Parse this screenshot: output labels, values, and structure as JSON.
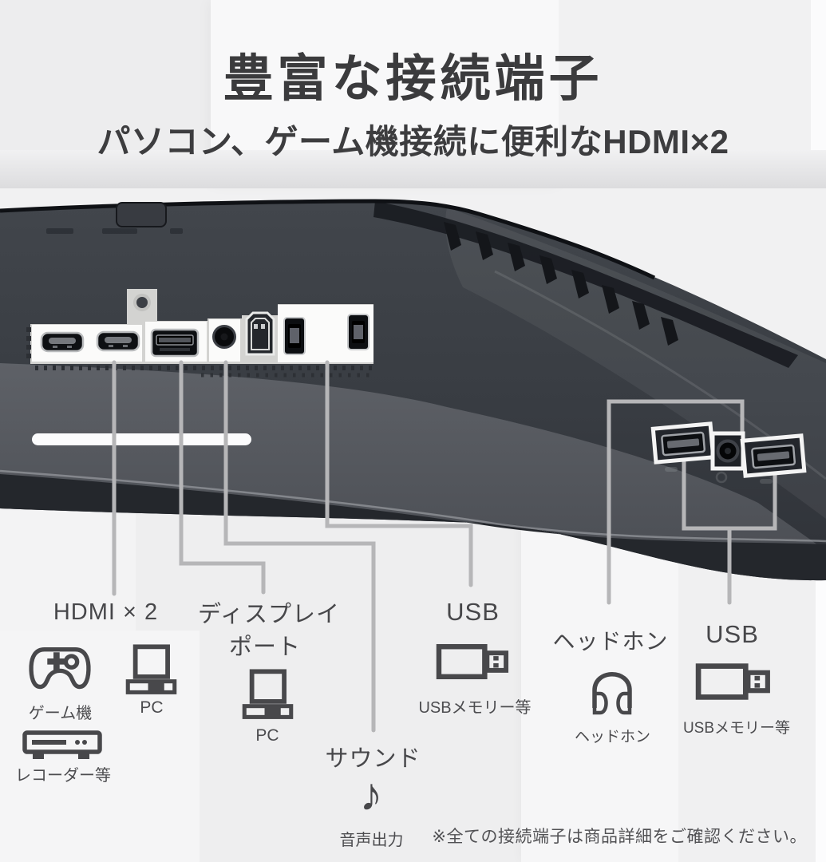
{
  "page": {
    "title": "豊富な接続端子",
    "subtitle": "パソコン、ゲーム機接続に便利なHDMI×2",
    "footer_note": "※全ての接続端子は商品詳細をご確認ください。"
  },
  "monitor": {
    "rear_ports": [
      "hdmi-1",
      "hdmi-2",
      "displayport",
      "audio-in",
      "usb-b-upstream",
      "usb-a-1",
      "usb-a-2"
    ],
    "side_ports": [
      "usb-a-3",
      "headphone-jack",
      "usb-a-4"
    ]
  },
  "callouts": {
    "hdmi": {
      "label": "HDMI × 2",
      "devices": [
        {
          "icon": "gamepad-icon",
          "label": "ゲーム機"
        },
        {
          "icon": "laptop-icon",
          "label": "PC"
        },
        {
          "icon": "recorder-icon",
          "label": "レコーダー等"
        }
      ]
    },
    "displayport": {
      "label_line1": "ディスプレイ",
      "label_line2": "ポート",
      "devices": [
        {
          "icon": "laptop-icon",
          "label": "PC"
        }
      ]
    },
    "usb_left": {
      "label": "USB",
      "devices": [
        {
          "icon": "usb-stick-icon",
          "label": "USBメモリー等"
        }
      ]
    },
    "sound": {
      "label": "サウンド",
      "devices": [
        {
          "icon": "music-note-icon",
          "glyph": "♪",
          "label": "音声出力"
        }
      ]
    },
    "headphone": {
      "label": "ヘッドホン",
      "devices": [
        {
          "icon": "headphones-icon",
          "label": "ヘッドホン"
        }
      ]
    },
    "usb_right": {
      "label": "USB",
      "devices": [
        {
          "icon": "usb-stick-icon",
          "label": "USBメモリー等"
        }
      ]
    }
  },
  "colors": {
    "title_text": "#3b3b3d",
    "label_text": "#47474a",
    "callout_line": "#b6b6b8",
    "monitor_body": "#3a3e44",
    "monitor_bezel": "#24272c",
    "highlight_box": "#ffffff",
    "port_panel": "#d3d3d1",
    "background": "#f1f1f2"
  }
}
